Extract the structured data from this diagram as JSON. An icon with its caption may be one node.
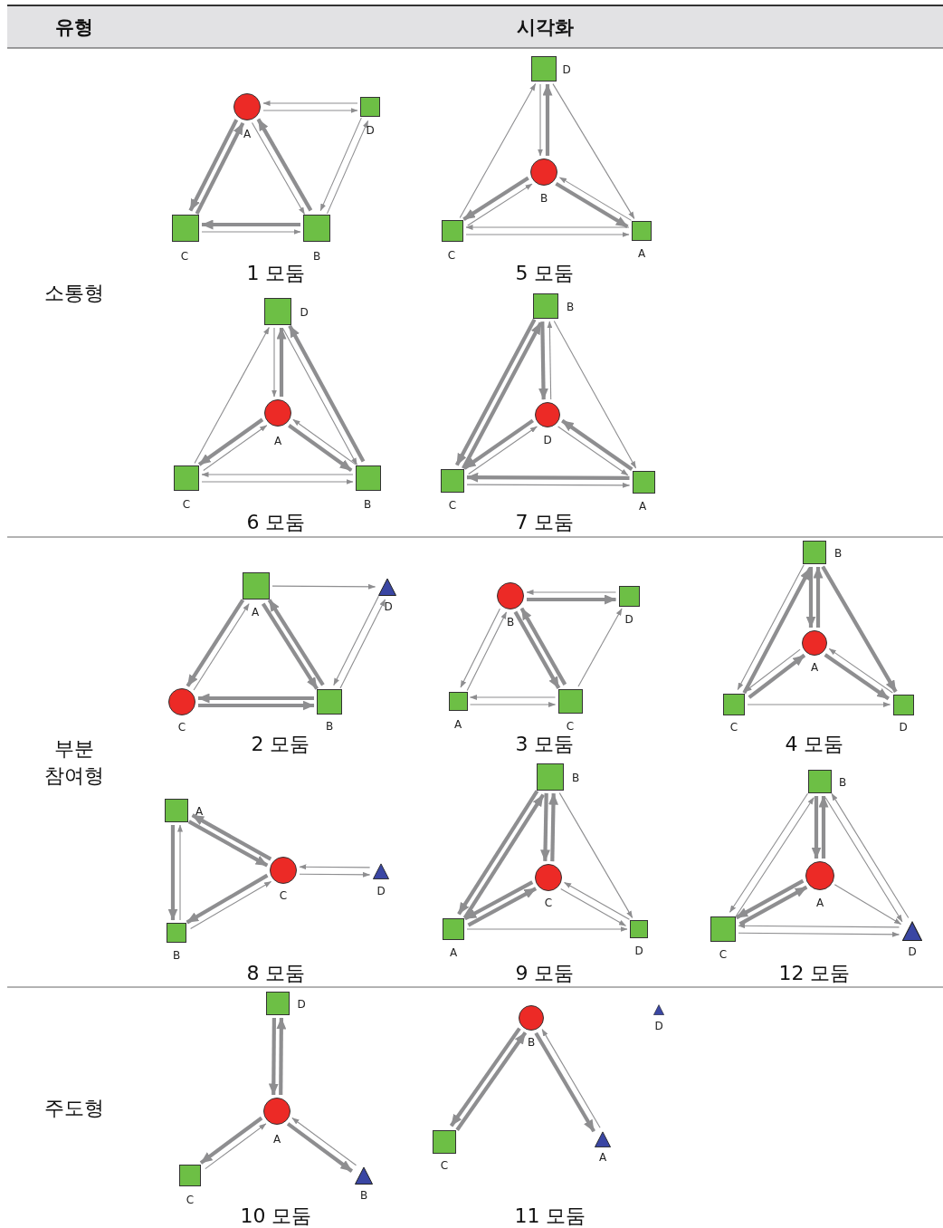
{
  "diagram": {
    "nodes": [
      {
        "text": [],
        "shape": "circle",
        "beside": [
          "A"
        ]
      },
      {
        "text": [],
        "shape": "box",
        "beside": [
          "D"
        ]
      },
      {
        "text": [],
        "shape": "box",
        "beside": [
          "C"
        ]
      },
      {
        "text": [],
        "shape": "box",
        "beside": [
          "B"
        ]
      },
      {
        "text": [],
        "shape": "box",
        "beside": [
          "D"
        ]
      },
      {
        "text": [],
        "shape": "circle",
        "beside": [
          "B"
        ]
      },
      {
        "text": [],
        "shape": "box",
        "beside": [
          "C"
        ]
      },
      {
        "text": [],
        "shape": "box",
        "beside": [
          "A"
        ]
      },
      {
        "text": [],
        "shape": "box",
        "beside": [
          "D"
        ]
      },
      {
        "text": [],
        "shape": "circle",
        "beside": [
          "A"
        ]
      },
      {
        "text": [],
        "shape": "box",
        "beside": [
          "C"
        ]
      },
      {
        "text": [],
        "shape": "box",
        "beside": [
          "B"
        ]
      },
      {
        "text": [],
        "shape": "box",
        "beside": [
          "B"
        ]
      },
      {
        "text": [],
        "shape": "circle",
        "beside": [
          "D"
        ]
      },
      {
        "text": [],
        "shape": "box",
        "beside": [
          "C"
        ]
      },
      {
        "text": [],
        "shape": "box",
        "beside": [
          "A"
        ]
      },
      {
        "text": [],
        "shape": "box",
        "beside": [
          "A"
        ]
      },
      {
        "text": [],
        "shape": "triangle",
        "beside": [
          "D"
        ]
      },
      {
        "text": [],
        "shape": "circle",
        "beside": [
          "C"
        ]
      },
      {
        "text": [],
        "shape": "box",
        "beside": [
          "B"
        ]
      },
      {
        "text": [],
        "shape": "circle",
        "beside": [
          "B"
        ]
      },
      {
        "text": [],
        "shape": "box",
        "beside": [
          "D"
        ]
      },
      {
        "text": [],
        "shape": "box",
        "beside": [
          "A"
        ]
      },
      {
        "text": [],
        "shape": "box",
        "beside": [
          "C"
        ]
      },
      {
        "text": [],
        "shape": "box",
        "beside": [
          "B"
        ]
      },
      {
        "text": [],
        "shape": "circle",
        "beside": [
          "A"
        ]
      },
      {
        "text": [],
        "shape": "box",
        "beside": [
          "C"
        ]
      },
      {
        "text": [],
        "shape": "box",
        "beside": [
          "D"
        ]
      },
      {
        "text": [],
        "shape": "box",
        "beside": [
          "A"
        ]
      },
      {
        "text": [],
        "shape": "circle",
        "beside": [
          "C"
        ]
      },
      {
        "text": [],
        "shape": "triangle",
        "beside": [
          "D"
        ]
      },
      {
        "text": [],
        "shape": "box",
        "beside": [
          "B"
        ]
      },
      {
        "text": [],
        "shape": "box",
        "beside": [
          "B"
        ]
      },
      {
        "text": [],
        "shape": "circle",
        "beside": [
          "C"
        ]
      },
      {
        "text": [],
        "shape": "box",
        "beside": [
          "A"
        ]
      },
      {
        "text": [],
        "shape": "box",
        "beside": [
          "D"
        ]
      },
      {
        "text": [],
        "shape": "box",
        "beside": [
          "B"
        ]
      },
      {
        "text": [],
        "shape": "circle",
        "beside": [
          "A"
        ]
      },
      {
        "text": [],
        "shape": "box",
        "beside": [
          "C"
        ]
      },
      {
        "text": [],
        "shape": "triangle",
        "beside": [
          "D"
        ]
      },
      {
        "text": [],
        "shape": "box",
        "beside": [
          "D"
        ]
      },
      {
        "text": [],
        "shape": "circle",
        "beside": [
          "A"
        ]
      },
      {
        "text": [],
        "shape": "box",
        "beside": [
          "C"
        ]
      },
      {
        "text": [],
        "shape": "triangle",
        "beside": [
          "B"
        ]
      },
      {
        "text": [],
        "shape": "circle",
        "beside": [
          "B"
        ]
      },
      {
        "text": [],
        "shape": "triangle",
        "beside": [
          "D"
        ]
      },
      {
        "text": [],
        "shape": "box",
        "beside": [
          "C"
        ]
      },
      {
        "text": [],
        "shape": "triangle",
        "beside": [
          "A"
        ]
      }
    ],
    "edges": [
      {
        "from": 1,
        "to": 0,
        "arrow": "to"
      },
      {
        "from": 0,
        "to": 1,
        "arrow": "to"
      },
      {
        "from": 0,
        "to": 2,
        "arrow": "to",
        "style": "thick"
      },
      {
        "from": 2,
        "to": 0,
        "arrow": "to",
        "style": "thick"
      },
      {
        "from": 0,
        "to": 3,
        "arrow": "to"
      },
      {
        "from": 3,
        "to": 0,
        "arrow": "to",
        "style": "thick"
      },
      {
        "from": 1,
        "to": 3,
        "arrow": "to"
      },
      {
        "from": 3,
        "to": 1,
        "arrow": "to"
      },
      {
        "from": 3,
        "to": 2,
        "arrow": "to",
        "style": "thick"
      },
      {
        "from": 2,
        "to": 3,
        "arrow": "to"
      },
      {
        "from": 4,
        "to": 5,
        "arrow": "to"
      },
      {
        "from": 5,
        "to": 4,
        "arrow": "to",
        "style": "thick"
      },
      {
        "from": 6,
        "to": 4,
        "arrow": "to"
      },
      {
        "from": 4,
        "to": 7,
        "arrow": "to"
      },
      {
        "from": 5,
        "to": 6,
        "arrow": "to",
        "style": "thick"
      },
      {
        "from": 6,
        "to": 5,
        "arrow": "to"
      },
      {
        "from": 7,
        "to": 5,
        "arrow": "to"
      },
      {
        "from": 5,
        "to": 7,
        "arrow": "to",
        "style": "thick"
      },
      {
        "from": 7,
        "to": 6,
        "arrow": "to"
      },
      {
        "from": 6,
        "to": 7,
        "arrow": "to"
      },
      {
        "from": 8,
        "to": 9,
        "arrow": "to"
      },
      {
        "from": 9,
        "to": 8,
        "arrow": "to",
        "style": "thick"
      },
      {
        "from": 10,
        "to": 8,
        "arrow": "to"
      },
      {
        "from": 8,
        "to": 11,
        "arrow": "to"
      },
      {
        "from": 11,
        "to": 8,
        "arrow": "to",
        "style": "thick"
      },
      {
        "from": 9,
        "to": 10,
        "arrow": "to",
        "style": "thick"
      },
      {
        "from": 10,
        "to": 9,
        "arrow": "to"
      },
      {
        "from": 11,
        "to": 9,
        "arrow": "to"
      },
      {
        "from": 9,
        "to": 11,
        "arrow": "to",
        "style": "thick"
      },
      {
        "from": 11,
        "to": 10,
        "arrow": "to"
      },
      {
        "from": 10,
        "to": 11,
        "arrow": "to"
      },
      {
        "from": 12,
        "to": 14,
        "arrow": "to",
        "style": "thick"
      },
      {
        "from": 14,
        "to": 12,
        "arrow": "to",
        "style": "thick"
      },
      {
        "from": 12,
        "to": 13,
        "arrow": "to",
        "style": "thick"
      },
      {
        "from": 13,
        "to": 12,
        "arrow": "to"
      },
      {
        "from": 12,
        "to": 15,
        "arrow": "to"
      },
      {
        "from": 13,
        "to": 14,
        "arrow": "to",
        "style": "thick"
      },
      {
        "from": 14,
        "to": 13,
        "arrow": "to"
      },
      {
        "from": 15,
        "to": 13,
        "arrow": "to",
        "style": "thick"
      },
      {
        "from": 13,
        "to": 15,
        "arrow": "to"
      },
      {
        "from": 15,
        "to": 14,
        "arrow": "to",
        "style": "thick"
      },
      {
        "from": 14,
        "to": 15,
        "arrow": "to"
      },
      {
        "from": 16,
        "to": 17,
        "arrow": "to"
      },
      {
        "from": 16,
        "to": 18,
        "arrow": "to",
        "style": "thick"
      },
      {
        "from": 18,
        "to": 16,
        "arrow": "to"
      },
      {
        "from": 16,
        "to": 19,
        "arrow": "to",
        "style": "thick"
      },
      {
        "from": 19,
        "to": 16,
        "arrow": "to",
        "style": "thick"
      },
      {
        "from": 17,
        "to": 19,
        "arrow": "to"
      },
      {
        "from": 19,
        "to": 17,
        "arrow": "to"
      },
      {
        "from": 19,
        "to": 18,
        "arrow": "to",
        "style": "thick"
      },
      {
        "from": 18,
        "to": 19,
        "arrow": "to",
        "style": "thick"
      },
      {
        "from": 21,
        "to": 20,
        "arrow": "to"
      },
      {
        "from": 20,
        "to": 21,
        "arrow": "to",
        "style": "thick"
      },
      {
        "from": 20,
        "to": 22,
        "arrow": "to"
      },
      {
        "from": 22,
        "to": 20,
        "arrow": "to"
      },
      {
        "from": 20,
        "to": 23,
        "arrow": "to",
        "style": "thick"
      },
      {
        "from": 23,
        "to": 20,
        "arrow": "to",
        "style": "thick"
      },
      {
        "from": 23,
        "to": 21,
        "arrow": "to"
      },
      {
        "from": 23,
        "to": 22,
        "arrow": "to"
      },
      {
        "from": 22,
        "to": 23,
        "arrow": "to"
      },
      {
        "from": 24,
        "to": 25,
        "arrow": "to",
        "style": "thick"
      },
      {
        "from": 25,
        "to": 24,
        "arrow": "to",
        "style": "thick"
      },
      {
        "from": 24,
        "to": 26,
        "arrow": "to"
      },
      {
        "from": 26,
        "to": 24,
        "arrow": "to",
        "style": "thick"
      },
      {
        "from": 24,
        "to": 27,
        "arrow": "to",
        "style": "thick"
      },
      {
        "from": 25,
        "to": 26,
        "arrow": "to"
      },
      {
        "from": 26,
        "to": 25,
        "arrow": "to",
        "style": "thick"
      },
      {
        "from": 27,
        "to": 25,
        "arrow": "to"
      },
      {
        "from": 25,
        "to": 27,
        "arrow": "to",
        "style": "thick"
      },
      {
        "from": 26,
        "to": 27,
        "arrow": "to"
      },
      {
        "from": 29,
        "to": 28,
        "arrow": "to",
        "style": "thick"
      },
      {
        "from": 28,
        "to": 29,
        "arrow": "to",
        "style": "thick"
      },
      {
        "from": 28,
        "to": 31,
        "arrow": "to",
        "style": "thick"
      },
      {
        "from": 31,
        "to": 28,
        "arrow": "to"
      },
      {
        "from": 30,
        "to": 29,
        "arrow": "to"
      },
      {
        "from": 29,
        "to": 30,
        "arrow": "to"
      },
      {
        "from": 29,
        "to": 31,
        "arrow": "to",
        "style": "thick"
      },
      {
        "from": 31,
        "to": 29,
        "arrow": "to"
      },
      {
        "from": 32,
        "to": 33,
        "arrow": "to",
        "style": "thick"
      },
      {
        "from": 33,
        "to": 32,
        "arrow": "to",
        "style": "thick"
      },
      {
        "from": 32,
        "to": 34,
        "arrow": "to",
        "style": "thick"
      },
      {
        "from": 34,
        "to": 32,
        "arrow": "to",
        "style": "thick"
      },
      {
        "from": 32,
        "to": 35,
        "arrow": "to"
      },
      {
        "from": 33,
        "to": 34,
        "arrow": "to",
        "style": "thick"
      },
      {
        "from": 34,
        "to": 33,
        "arrow": "to",
        "style": "thick"
      },
      {
        "from": 35,
        "to": 33,
        "arrow": "to"
      },
      {
        "from": 33,
        "to": 35,
        "arrow": "to"
      },
      {
        "from": 34,
        "to": 35,
        "arrow": "to"
      },
      {
        "from": 36,
        "to": 37,
        "arrow": "to",
        "style": "thick"
      },
      {
        "from": 37,
        "to": 36,
        "arrow": "to",
        "style": "thick"
      },
      {
        "from": 36,
        "to": 38,
        "arrow": "to"
      },
      {
        "from": 38,
        "to": 36,
        "arrow": "to"
      },
      {
        "from": 36,
        "to": 39,
        "arrow": "to"
      },
      {
        "from": 39,
        "to": 36,
        "arrow": "to"
      },
      {
        "from": 37,
        "to": 38,
        "arrow": "to",
        "style": "thick"
      },
      {
        "from": 38,
        "to": 37,
        "arrow": "to",
        "style": "thick"
      },
      {
        "from": 37,
        "to": 39,
        "arrow": "to"
      },
      {
        "from": 39,
        "to": 38,
        "arrow": "to"
      },
      {
        "from": 38,
        "to": 39,
        "arrow": "to"
      },
      {
        "from": 40,
        "to": 41,
        "arrow": "to",
        "style": "thick"
      },
      {
        "from": 41,
        "to": 40,
        "arrow": "to",
        "style": "thick"
      },
      {
        "from": 41,
        "to": 42,
        "arrow": "to",
        "style": "thick"
      },
      {
        "from": 42,
        "to": 41,
        "arrow": "to"
      },
      {
        "from": 43,
        "to": 41,
        "arrow": "to"
      },
      {
        "from": 41,
        "to": 43,
        "arrow": "to",
        "style": "thick"
      },
      {
        "from": 44,
        "to": 46,
        "arrow": "to",
        "style": "thick"
      },
      {
        "from": 46,
        "to": 44,
        "arrow": "to",
        "style": "thick"
      },
      {
        "from": 44,
        "to": 47,
        "arrow": "to",
        "style": "thick"
      },
      {
        "from": 47,
        "to": 44,
        "arrow": "to"
      }
    ],
    "labels": [
      "유형",
      "시각화",
      "소통형",
      "1 모둠",
      "5 모둠",
      "6 모둠",
      "7 모둠",
      "부분 참여형",
      "2 모둠",
      "3 모둠",
      "4 모둠",
      "8 모둠",
      "9 모둠",
      "12 모둠",
      "주도형",
      "10 모둠",
      "11 모둠"
    ]
  }
}
